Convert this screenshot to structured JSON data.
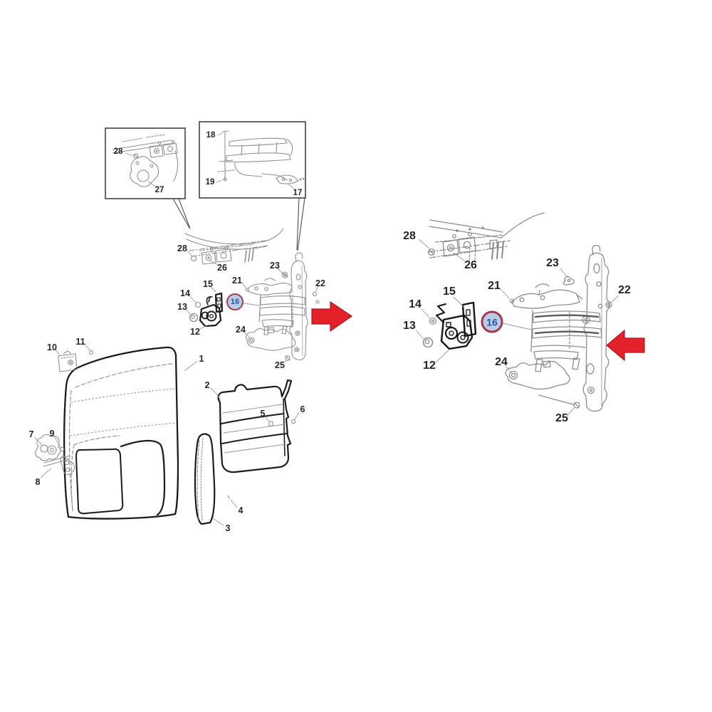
{
  "part_numbers": {
    "1": "1",
    "2": "2",
    "3": "3",
    "4": "4",
    "5": "5",
    "6": "6",
    "7": "7",
    "8": "8",
    "9": "9",
    "10": "10",
    "11": "11",
    "12": "12",
    "13": "13",
    "14": "14",
    "15": "15",
    "16": "16",
    "17": "17",
    "18": "18",
    "19": "19",
    "21": "21",
    "22": "22",
    "23": "23",
    "24": "24",
    "25": "25",
    "26": "26",
    "27": "27",
    "28": "28"
  },
  "highlight": {
    "label": "16"
  },
  "colors": {
    "background": "#ffffff",
    "line_gray": "#8f8f8f",
    "line_dark": "#1c1c1c",
    "label_text": "#252525",
    "arrow_fill": "#e32129",
    "arrow_stroke": "#b5121f",
    "highlight_fill": "#b7cde8",
    "highlight_ring": "#a93746",
    "highlight_text": "#2b56a0",
    "inset_box_border": "#4d4d4d"
  },
  "views": {
    "inset_top_left": {
      "labels": [
        "28",
        "27"
      ]
    },
    "inset_top_right": {
      "labels": [
        "18",
        "19",
        "17"
      ]
    },
    "left_overview": {
      "labels": [
        "28",
        "26",
        "23",
        "21",
        "22",
        "15",
        "14",
        "13",
        "16",
        "12",
        "24",
        "25",
        "1",
        "2",
        "5",
        "6",
        "3",
        "4",
        "7",
        "8",
        "9",
        "10",
        "11"
      ]
    },
    "right_detail": {
      "labels": [
        "28",
        "26",
        "23",
        "21",
        "22",
        "15",
        "14",
        "13",
        "16",
        "12",
        "24",
        "25"
      ]
    }
  }
}
